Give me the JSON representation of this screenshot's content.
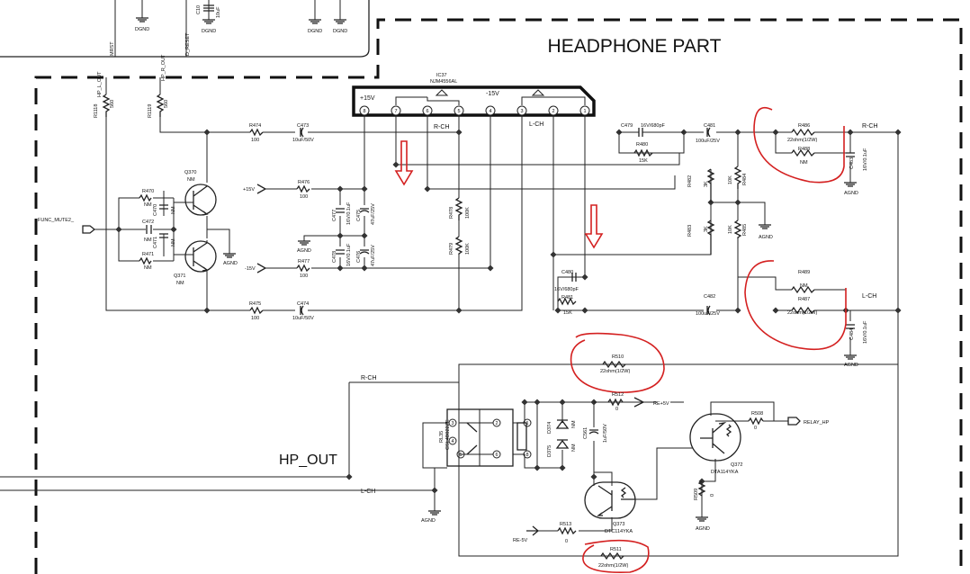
{
  "title": "HEADPHONE PART",
  "ic": {
    "ref": "IC37",
    "part": "NJM4556AL",
    "plus": "+15V",
    "minus": "-15V",
    "rch": "R-CH",
    "lch": "L-CH",
    "pins": [
      "8",
      "7",
      "6",
      "5",
      "4",
      "3",
      "2",
      "1"
    ]
  },
  "top_labels": {
    "c10": "C10",
    "c10v": "10uF",
    "dgnd1": "DGND",
    "dgnd2": "DGND",
    "dgnd3": "DGND",
    "dgnd4": "DGND",
    "mrst": "MRST",
    "hpl": "HP_L_OUT",
    "hpr": "HP_R_OUT",
    "dreset": "D_RESET"
  },
  "resistors": {
    "r1118": "R1118",
    "r1118v": "560",
    "r1119": "R1119",
    "r1119v": "560",
    "r474": "R474",
    "r474v": "100",
    "r475": "R475",
    "r475v": "100",
    "r476": "R476",
    "r476v": "100",
    "r477": "R477",
    "r477v": "100",
    "r470": "R470",
    "r470v": "NM",
    "r471": "R471",
    "r471v": "NM",
    "r478": "R478",
    "r478v": "100K",
    "r479": "R479",
    "r479v": "100K",
    "r480": "R480",
    "r480v": "15K",
    "r481": "R481",
    "r481v": "15K",
    "r482": "R482",
    "r482v": "3K",
    "r483": "R483",
    "r483v": "3K",
    "r484": "R484",
    "r484v": "10K",
    "r485": "R485",
    "r485v": "10K",
    "r486": "R486",
    "r486v": "22ohm(1/2W)",
    "r488": "R488",
    "r488v": "NM",
    "r487": "R487",
    "r487v": "22ohm(1/2W)",
    "r489": "R489",
    "r489v": "NM",
    "r510": "R510",
    "r510v": "22ohm(1/2W)",
    "r511": "R511",
    "r511v": "22ohm(1/2W)",
    "r512": "R512",
    "r512v": "0",
    "r513": "R513",
    "r513v": "0",
    "r508": "R508",
    "r508v": "0",
    "r509": "R509",
    "r509v": "0"
  },
  "capacitors": {
    "c473": "C473",
    "c473v": "10uF/50V",
    "c474": "C474",
    "c474v": "10uF/50V",
    "c470": "C470",
    "c470v": "NM",
    "c471": "C471",
    "c471v": "NM",
    "c472": "C472",
    "c472v": "NM",
    "c477": "C477",
    "c477v": "16V/0.1uF",
    "c475": "C475",
    "c475v": "47uF/25V",
    "c478": "C478",
    "c478v": "16V/0.1uF",
    "c476": "C476",
    "c476v": "47uF/25V",
    "c479": "C479",
    "c479v": "16V/680pF",
    "c480": "C480",
    "c480v": "16V/680pF",
    "c481": "C481",
    "c481v": "100uF/25V",
    "c482": "C482",
    "c482v": "100uF/25V",
    "c483": "C483",
    "c483v": "16V/0.1uF",
    "c484": "C484",
    "c484v": "16V/0.1uF",
    "c561": "C561",
    "c561v": "1uF/50V"
  },
  "transistors": {
    "q370": "Q370",
    "q370v": "NM",
    "q371": "Q371",
    "q371v": "NM",
    "q372": "Q372",
    "q372v": "DTA114YKA",
    "q373": "Q373",
    "q373v": "DTC114YKA"
  },
  "diodes": {
    "d374": "D374",
    "d374v": "NM",
    "d375": "D375",
    "d375v": "NM"
  },
  "relay": {
    "ref": "RL35",
    "part": "CSL4B022ZE",
    "pins": [
      "3",
      "2",
      "4",
      "1",
      "5",
      "6",
      "8"
    ]
  },
  "nets": {
    "plus15": "+15V",
    "minus15": "-15V",
    "func_mute": "FUNC_MUTE2_",
    "agnd": "AGND",
    "rch_out": "R-CH",
    "lch_out": "L-CH",
    "hp_out": "HP_OUT",
    "rch_in": "R-CH",
    "lch_in": "L-CH",
    "re5": "RE+5V",
    "rem5": "RE-5V",
    "relay_hp": "RELAY_HP"
  }
}
